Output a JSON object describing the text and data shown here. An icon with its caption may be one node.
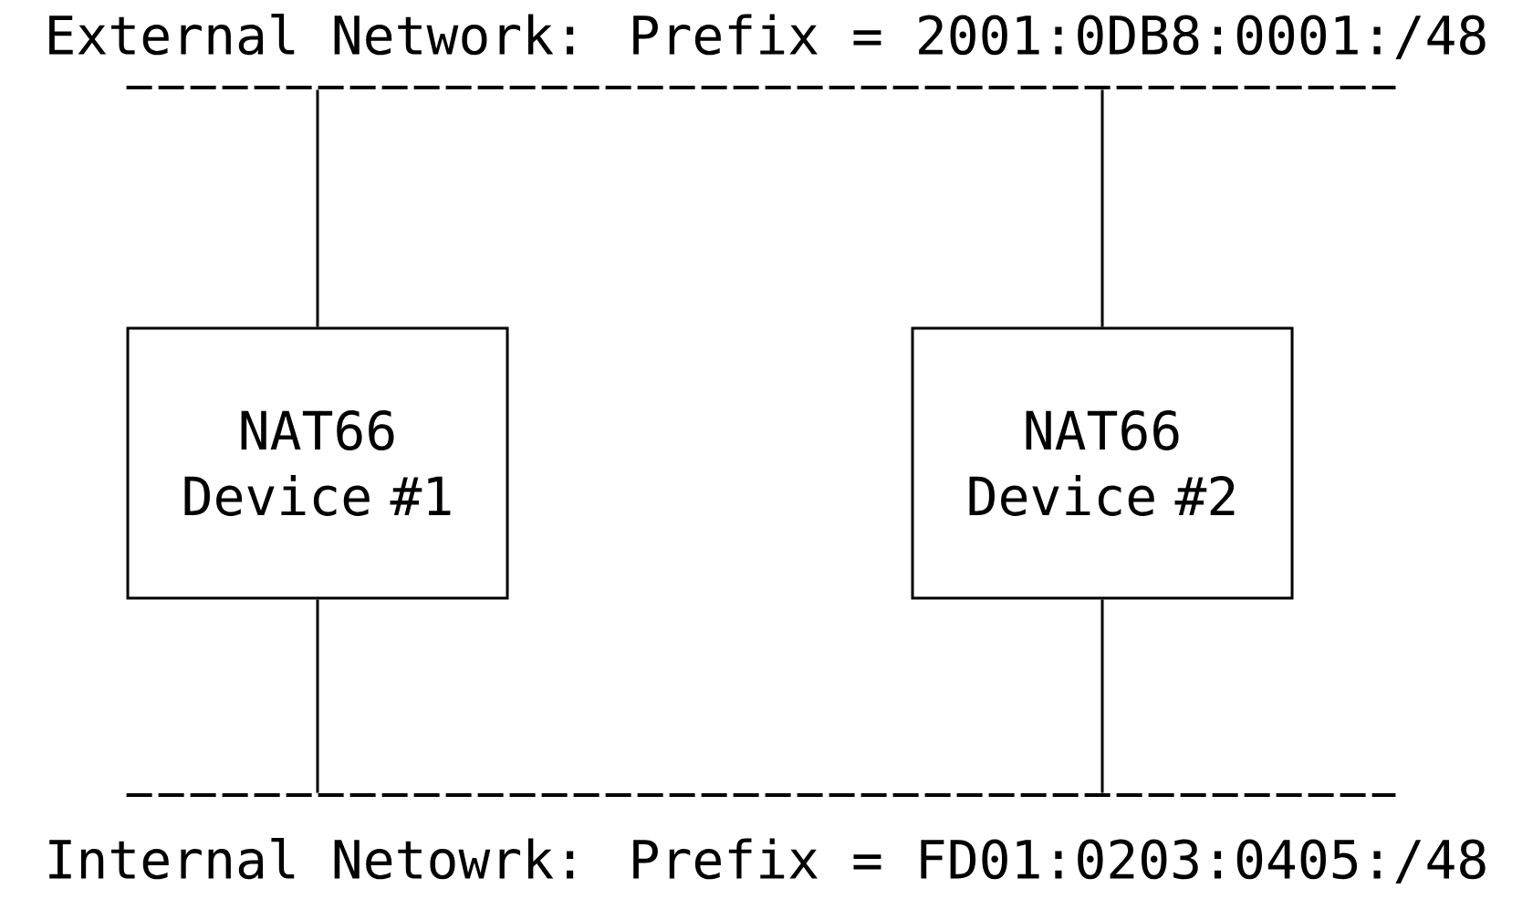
{
  "diagram": {
    "nodes": [
      {
        "text": [
          "External Network:  Prefix = 2001:0DB8:0001:/48"
        ]
      },
      {
        "text": [
          "NAT66 Device #1"
        ]
      },
      {
        "text": [
          "NAT66 Device #2"
        ]
      },
      {
        "text": [
          "Internal Netowrk:  Prefix = FD01:0203:0405:/48"
        ]
      }
    ],
    "edges": [
      {
        "from": 0,
        "to": 1,
        "arrow": "none"
      },
      {
        "from": 0,
        "to": 2,
        "arrow": "none"
      },
      {
        "from": 1,
        "to": 3,
        "arrow": "none"
      },
      {
        "from": 2,
        "to": 3,
        "arrow": "none"
      }
    ]
  }
}
